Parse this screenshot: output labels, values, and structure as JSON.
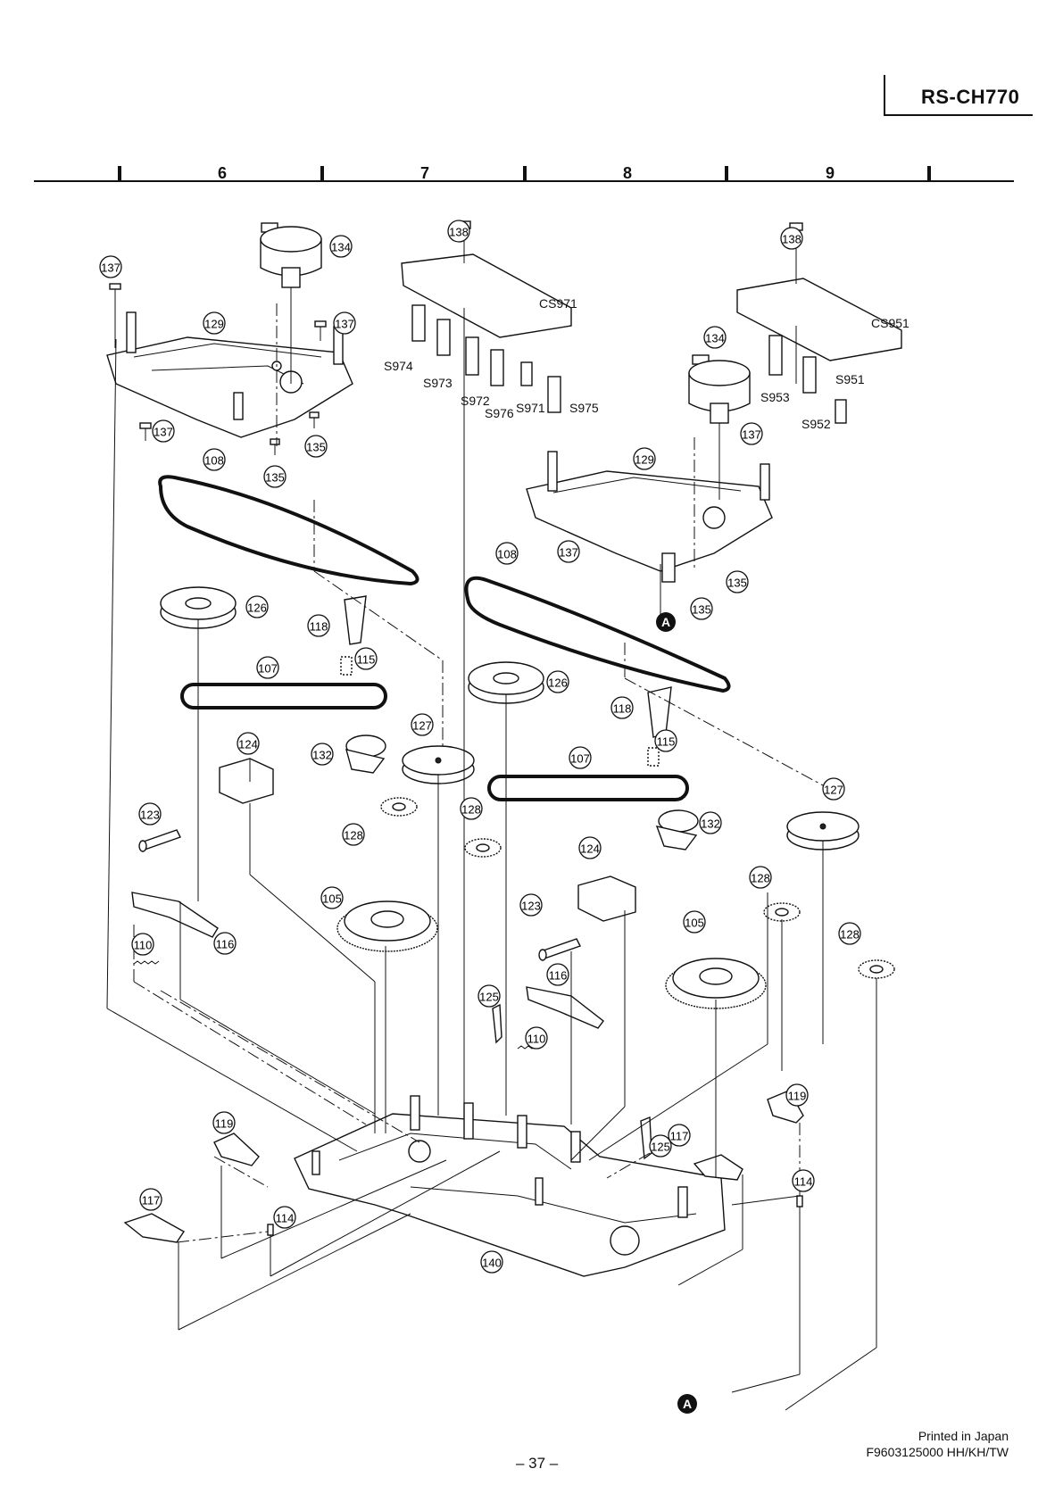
{
  "header": {
    "model": "RS-CH770"
  },
  "ruler": {
    "columns": [
      "6",
      "7",
      "8",
      "9"
    ]
  },
  "callouts": [
    "137",
    "134",
    "129",
    "137",
    "135",
    "135",
    "108",
    "137",
    "138",
    "138",
    "134",
    "129",
    "137",
    "137",
    "135",
    "135",
    "108",
    "126",
    "118",
    "115",
    "107",
    "127",
    "124",
    "132",
    "123",
    "128",
    "105",
    "116",
    "110",
    "126",
    "118",
    "115",
    "107",
    "127",
    "132",
    "128",
    "124",
    "123",
    "128",
    "105",
    "116",
    "125",
    "110",
    "119",
    "117",
    "125",
    "119",
    "117",
    "114",
    "114",
    "140",
    "128"
  ],
  "switch_labels": {
    "cs971": "CS971",
    "s974": "S974",
    "s973": "S973",
    "s972": "S972",
    "s976": "S976",
    "s971": "S971",
    "s975": "S975",
    "cs951": "CS951",
    "s953": "S953",
    "s951": "S951",
    "s952": "S952"
  },
  "markers": {
    "a1": "A",
    "a2": "A"
  },
  "footer": {
    "page": "– 37 –",
    "printed": "Printed in Japan",
    "code": "F9603125000  HH/KH/TW"
  }
}
